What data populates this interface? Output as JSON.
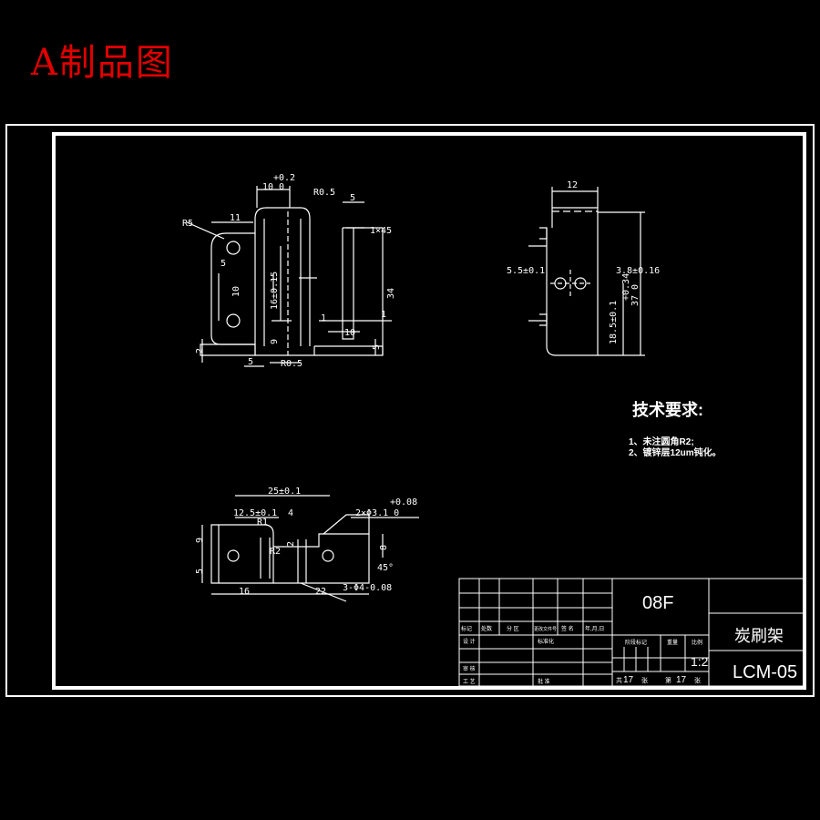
{
  "header": {
    "title": "A制品图"
  },
  "notes": {
    "heading": "技术要求:",
    "items": [
      "1、未注圆角R2;",
      "2、镀锌层12um钝化。"
    ]
  },
  "title_block": {
    "material": "08F",
    "part_name": "炭刷架",
    "drawing_no": "LCM-05",
    "scale": "1:2",
    "cols": [
      "标记",
      "处数",
      "分 区",
      "更改文件号",
      "签 名",
      "年,月,日"
    ],
    "rows": [
      "设 计",
      "审 核",
      "工 艺"
    ],
    "std": "标准化",
    "approve": "批 准",
    "stage_label": "阶段标记",
    "weight_label": "重量",
    "scale_label": "比例",
    "sheet_total_prefix": "共",
    "sheet_total": "17",
    "sheet_total_suffix": "张",
    "sheet_no_prefix": "第",
    "sheet_no": "17",
    "sheet_no_suffix": "张"
  },
  "dims": {
    "v1": {
      "d_top_tol": "+0.2",
      "d_top": "10 0",
      "r_top": "R0.5",
      "d5a": "5",
      "chamfer": "1×45",
      "d11": "11",
      "r5": "R5",
      "d5b": "5",
      "d10": "10",
      "d16": "16±0.15",
      "d34": "34",
      "d9": "9",
      "d1a": "1",
      "d1b": "1",
      "d10b": "10",
      "d2": "2",
      "d5c": "5",
      "r_bot": "R0.5",
      "d5d": "5"
    },
    "v2": {
      "d12": "12",
      "d55": "5.5±0.1",
      "d38": "3.8±0.16",
      "d37tol": "+0.34",
      "d37": "37 0",
      "d185": "18.5±0.1"
    },
    "v3": {
      "d25": "25±0.1",
      "d125": "12.5±0.1",
      "d4": "4",
      "r1": "R1",
      "hole": "2×Φ3.1 0",
      "hole_tol": "+0.08",
      "d9": "9",
      "r2": "R2",
      "d2": "2",
      "d8": "8",
      "d5": "5",
      "ang": "45°",
      "d16": "16",
      "d22": "22",
      "d3": "3-Φ4-0.08"
    }
  }
}
